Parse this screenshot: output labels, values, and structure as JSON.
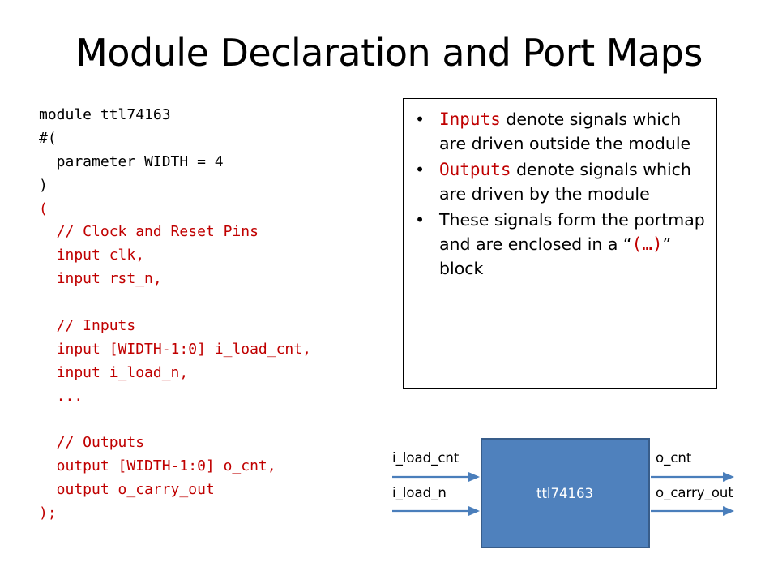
{
  "slide": {
    "title": "Module Declaration and Port Maps"
  },
  "code": {
    "lines": [
      {
        "text": "module ttl74163",
        "color": "black"
      },
      {
        "text": "#(",
        "color": "black"
      },
      {
        "text": "  parameter WIDTH = 4",
        "color": "black"
      },
      {
        "text": ")",
        "color": "black"
      },
      {
        "text": "(",
        "color": "red"
      },
      {
        "text": "  // Clock and Reset Pins",
        "color": "red"
      },
      {
        "text": "  input clk,",
        "color": "red"
      },
      {
        "text": "  input rst_n,",
        "color": "red"
      },
      {
        "text": "",
        "color": "red"
      },
      {
        "text": "  // Inputs",
        "color": "red"
      },
      {
        "text": "  input [WIDTH-1:0] i_load_cnt,",
        "color": "red"
      },
      {
        "text": "  input i_load_n,",
        "color": "red"
      },
      {
        "text": "  ...",
        "color": "red"
      },
      {
        "text": "",
        "color": "red"
      },
      {
        "text": "  // Outputs",
        "color": "red"
      },
      {
        "text": "  output [WIDTH-1:0] o_cnt,",
        "color": "red"
      },
      {
        "text": "  output o_carry_out",
        "color": "red"
      },
      {
        "text": ");",
        "color": "red"
      }
    ]
  },
  "notes": {
    "bullet_glyph": "•",
    "b1_keyword": "Inputs",
    "b1_text": " denote signals which are driven outside the module",
    "b2_keyword": "Outputs",
    "b2_text": " denote signals which are driven by the module",
    "b3_text_before": "These signals form the portmap and are enclosed in a “",
    "b3_keyword": "(…)",
    "b3_text_after": "” block"
  },
  "diagram": {
    "module_name": "ttl74163",
    "inputs": [
      "i_load_cnt",
      "i_load_n"
    ],
    "outputs": [
      "o_cnt",
      "o_carry_out"
    ],
    "colors": {
      "block_fill": "#4f81bd",
      "block_stroke": "#385d8a",
      "arrow": "#4a7ebb"
    }
  }
}
